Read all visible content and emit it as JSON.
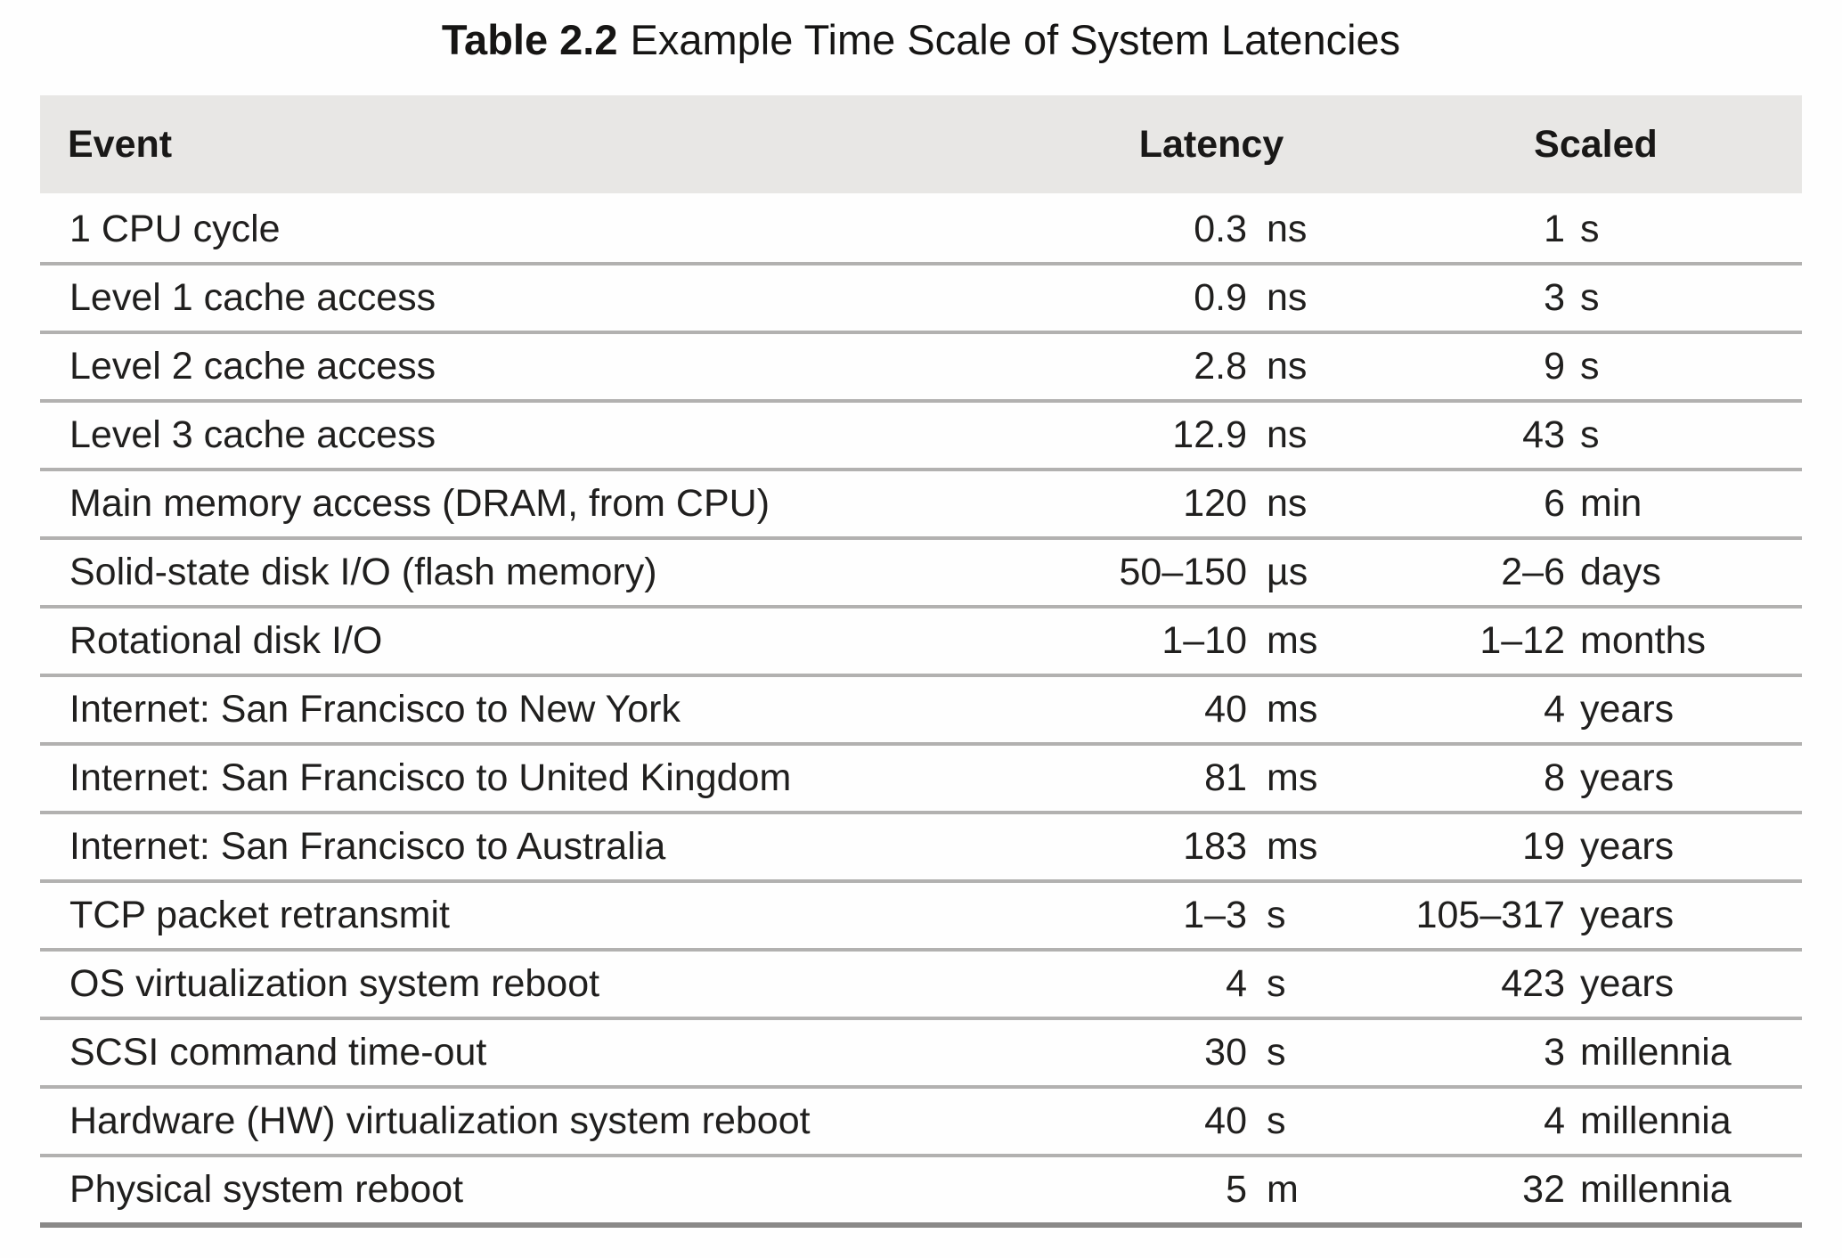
{
  "caption": {
    "label": "Table 2.2",
    "title": "Example Time Scale of System Latencies"
  },
  "table": {
    "columns": {
      "event": "Event",
      "latency": "Latency",
      "scaled": "Scaled"
    },
    "rows": [
      {
        "event": "1 CPU cycle",
        "latency_value": "0.3",
        "latency_unit": "ns",
        "scaled_value": "1",
        "scaled_unit": "s"
      },
      {
        "event": "Level 1 cache access",
        "latency_value": "0.9",
        "latency_unit": "ns",
        "scaled_value": "3",
        "scaled_unit": "s"
      },
      {
        "event": "Level 2 cache access",
        "latency_value": "2.8",
        "latency_unit": "ns",
        "scaled_value": "9",
        "scaled_unit": "s"
      },
      {
        "event": "Level 3 cache access",
        "latency_value": "12.9",
        "latency_unit": "ns",
        "scaled_value": "43",
        "scaled_unit": "s"
      },
      {
        "event": "Main memory access (DRAM, from CPU)",
        "latency_value": "120",
        "latency_unit": "ns",
        "scaled_value": "6",
        "scaled_unit": "min"
      },
      {
        "event": "Solid-state disk I/O (flash memory)",
        "latency_value": "50–150",
        "latency_unit": "µs",
        "scaled_value": "2–6",
        "scaled_unit": "days"
      },
      {
        "event": "Rotational disk I/O",
        "latency_value": "1–10",
        "latency_unit": "ms",
        "scaled_value": "1–12",
        "scaled_unit": "months"
      },
      {
        "event": "Internet: San Francisco to New York",
        "latency_value": "40",
        "latency_unit": "ms",
        "scaled_value": "4",
        "scaled_unit": "years"
      },
      {
        "event": "Internet: San Francisco to United Kingdom",
        "latency_value": "81",
        "latency_unit": "ms",
        "scaled_value": "8",
        "scaled_unit": "years"
      },
      {
        "event": "Internet: San Francisco to Australia",
        "latency_value": "183",
        "latency_unit": "ms",
        "scaled_value": "19",
        "scaled_unit": "years"
      },
      {
        "event": "TCP packet retransmit",
        "latency_value": "1–3",
        "latency_unit": "s",
        "scaled_value": "105–317",
        "scaled_unit": "years"
      },
      {
        "event": "OS virtualization system reboot",
        "latency_value": "4",
        "latency_unit": "s",
        "scaled_value": "423",
        "scaled_unit": "years"
      },
      {
        "event": "SCSI command time-out",
        "latency_value": "30",
        "latency_unit": "s",
        "scaled_value": "3",
        "scaled_unit": "millennia"
      },
      {
        "event": "Hardware (HW) virtualization system reboot",
        "latency_value": "40",
        "latency_unit": "s",
        "scaled_value": "4",
        "scaled_unit": "millennia"
      },
      {
        "event": "Physical system reboot",
        "latency_value": "5",
        "latency_unit": "m",
        "scaled_value": "32",
        "scaled_unit": "millennia"
      }
    ]
  },
  "colors": {
    "header_background": "#e8e7e5",
    "row_separator": "#b2b1b0",
    "bottom_rule": "#8a8988",
    "text": "#1e1d1c"
  }
}
